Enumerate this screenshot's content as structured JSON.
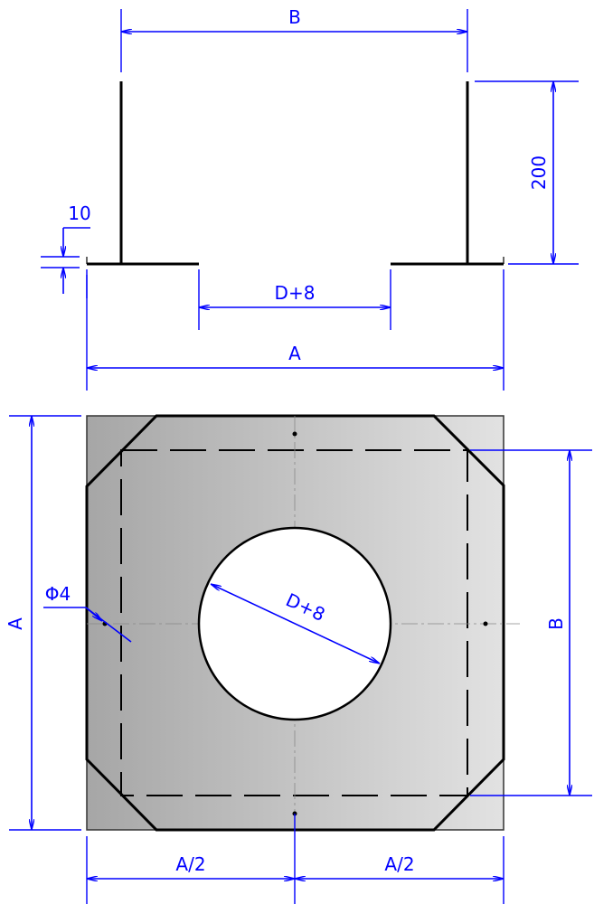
{
  "labels": {
    "top_width": "B",
    "height": "200",
    "flange_thickness": "10",
    "top_opening": "D+8",
    "top_overall": "A",
    "plan_height": "A",
    "plan_inner": "B",
    "hole_diameter": "Φ4",
    "circle_diameter": "D+8",
    "half_left": "A/2",
    "half_right": "A/2"
  },
  "colors": {
    "dimension": "#0000ff",
    "outline": "#000000"
  }
}
